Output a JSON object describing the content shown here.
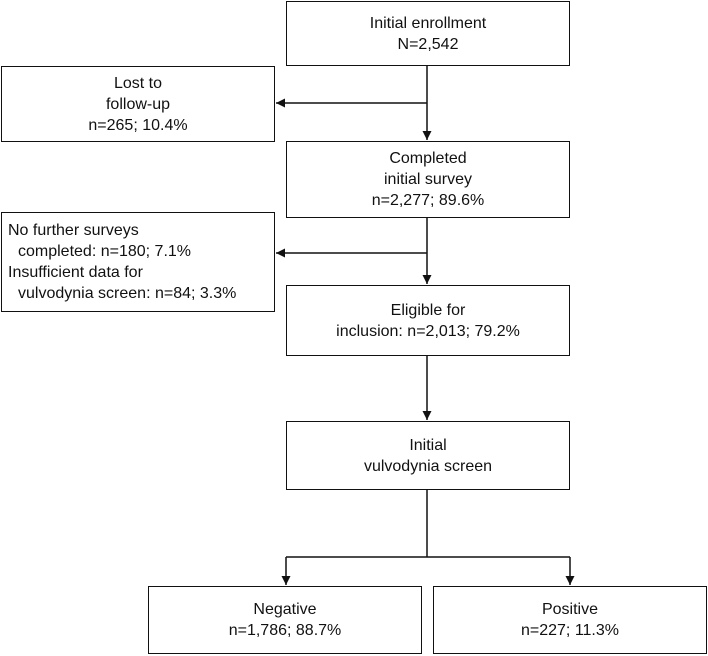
{
  "nodes": {
    "enrollment": {
      "lines": [
        "Initial enrollment",
        "N=2,542"
      ]
    },
    "lost": {
      "lines": [
        "Lost to",
        "follow-up",
        "n=265; 10.4%"
      ]
    },
    "completed": {
      "lines": [
        "Completed",
        "initial survey",
        "n=2,277; 89.6%"
      ]
    },
    "excluded": {
      "lines": [
        "No further surveys",
        "completed: n=180; 7.1%",
        "Insufficient data for",
        "vulvodynia screen: n=84; 3.3%"
      ]
    },
    "eligible": {
      "lines": [
        "Eligible for",
        "inclusion: n=2,013; 79.2%"
      ]
    },
    "screen": {
      "lines": [
        "Initial",
        "vulvodynia screen"
      ]
    },
    "negative": {
      "lines": [
        "Negative",
        "n=1,786; 88.7%"
      ]
    },
    "positive": {
      "lines": [
        "Positive",
        "n=227; 11.3%"
      ]
    }
  },
  "colors": {
    "stroke": "#111111",
    "background": "#ffffff",
    "text": "#111111"
  }
}
